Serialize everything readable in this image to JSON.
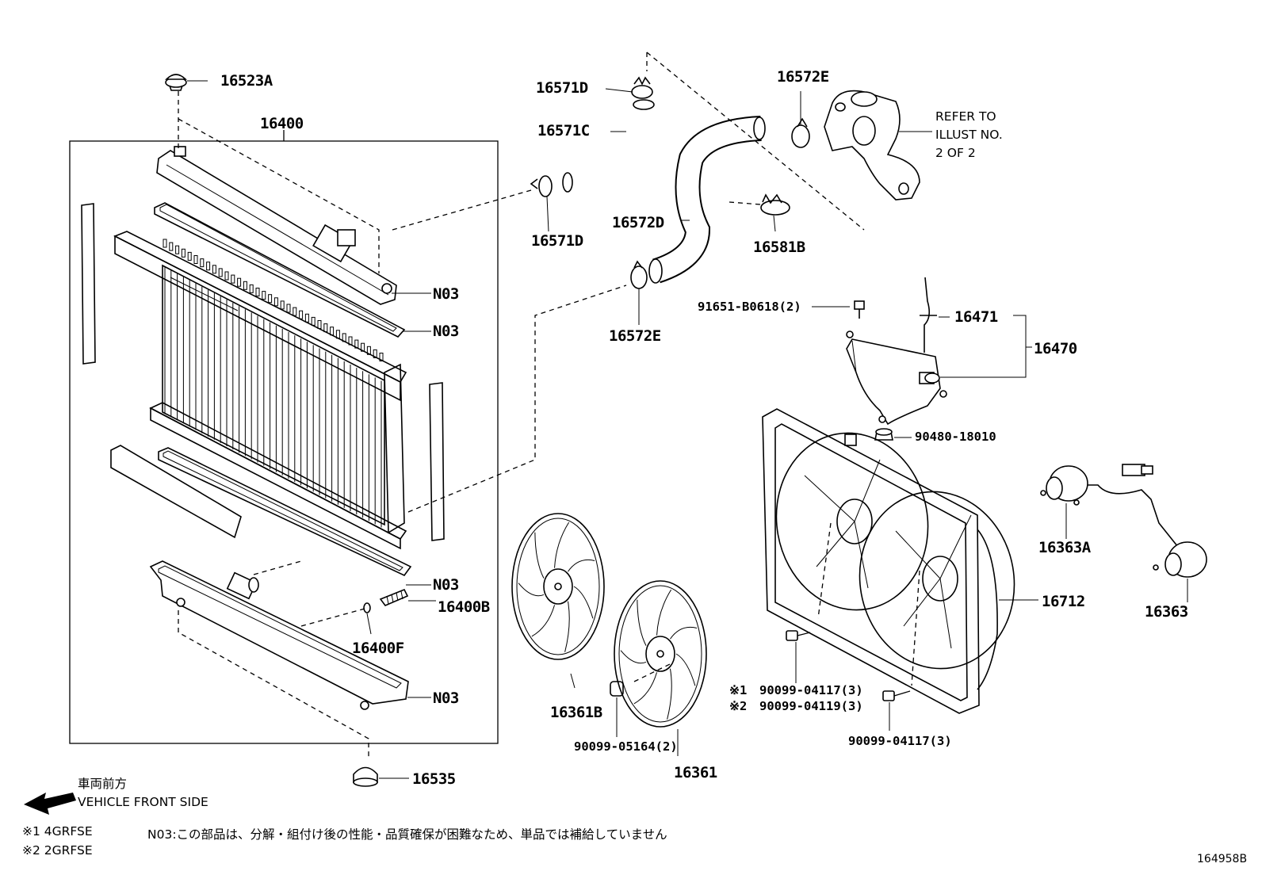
{
  "labels": {
    "p16523A": "16523A",
    "p16400": "16400",
    "n03_a": "N03",
    "n03_b": "N03",
    "n03_c": "N03",
    "n03_d": "N03",
    "p16400B": "16400B",
    "p16400F": "16400F",
    "p16535": "16535",
    "p16571D_top": "16571D",
    "p16571C": "16571C",
    "p16571D_bot": "16571D",
    "p16572E_top": "16572E",
    "p16572D": "16572D",
    "p16581B": "16581B",
    "p16572E_bot": "16572E",
    "refer_line1": "REFER TO",
    "refer_line2": "ILLUST NO.",
    "refer_line3": "2 OF 2",
    "p91651": "91651-B0618(2)",
    "p16471": "16471",
    "p16470": "16470",
    "p90480": "90480-18010",
    "p16363A": "16363A",
    "p16363": "16363",
    "p16712": "16712",
    "p16361B": "16361B",
    "p16361": "16361",
    "p90099_05164": "90099-05164(2)",
    "mark1_bolt": "※1",
    "p90099_04117_a": "90099-04117(3)",
    "mark2_bolt": "※2",
    "p90099_04119": "90099-04119(3)",
    "p90099_04117_b": "90099-04117(3)"
  },
  "legend": {
    "front_jp": "車両前方",
    "front_en": "VEHICLE FRONT SIDE",
    "variant1": "※1 4GRFSE",
    "variant2": "※2 2GRFSE",
    "n03_note": "N03:この部品は、分解・組付け後の性能・品質確保が困難なため、単品では補給していません"
  },
  "diagram_id": "164958B",
  "icons": [
    "front-arrow-icon"
  ]
}
